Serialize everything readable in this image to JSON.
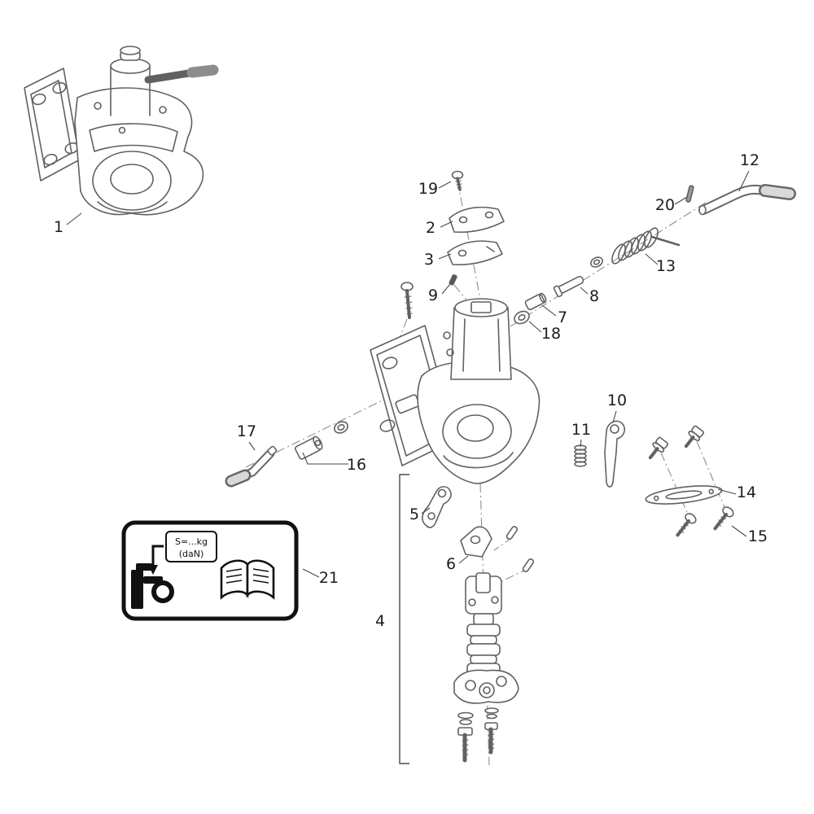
{
  "labels": {
    "p1": "1",
    "p2": "2",
    "p3": "3",
    "p4": "4",
    "p5": "5",
    "p6": "6",
    "p7": "7",
    "p8": "8",
    "p9": "9",
    "p10": "10",
    "p11": "11",
    "p12": "12",
    "p13": "13",
    "p14": "14",
    "p15": "15",
    "p16": "16",
    "p17": "17",
    "p18": "18",
    "p19": "19",
    "p20": "20",
    "p21": "21"
  },
  "decal": {
    "load_text": "S=...kg",
    "unit_text": "(daN)"
  }
}
